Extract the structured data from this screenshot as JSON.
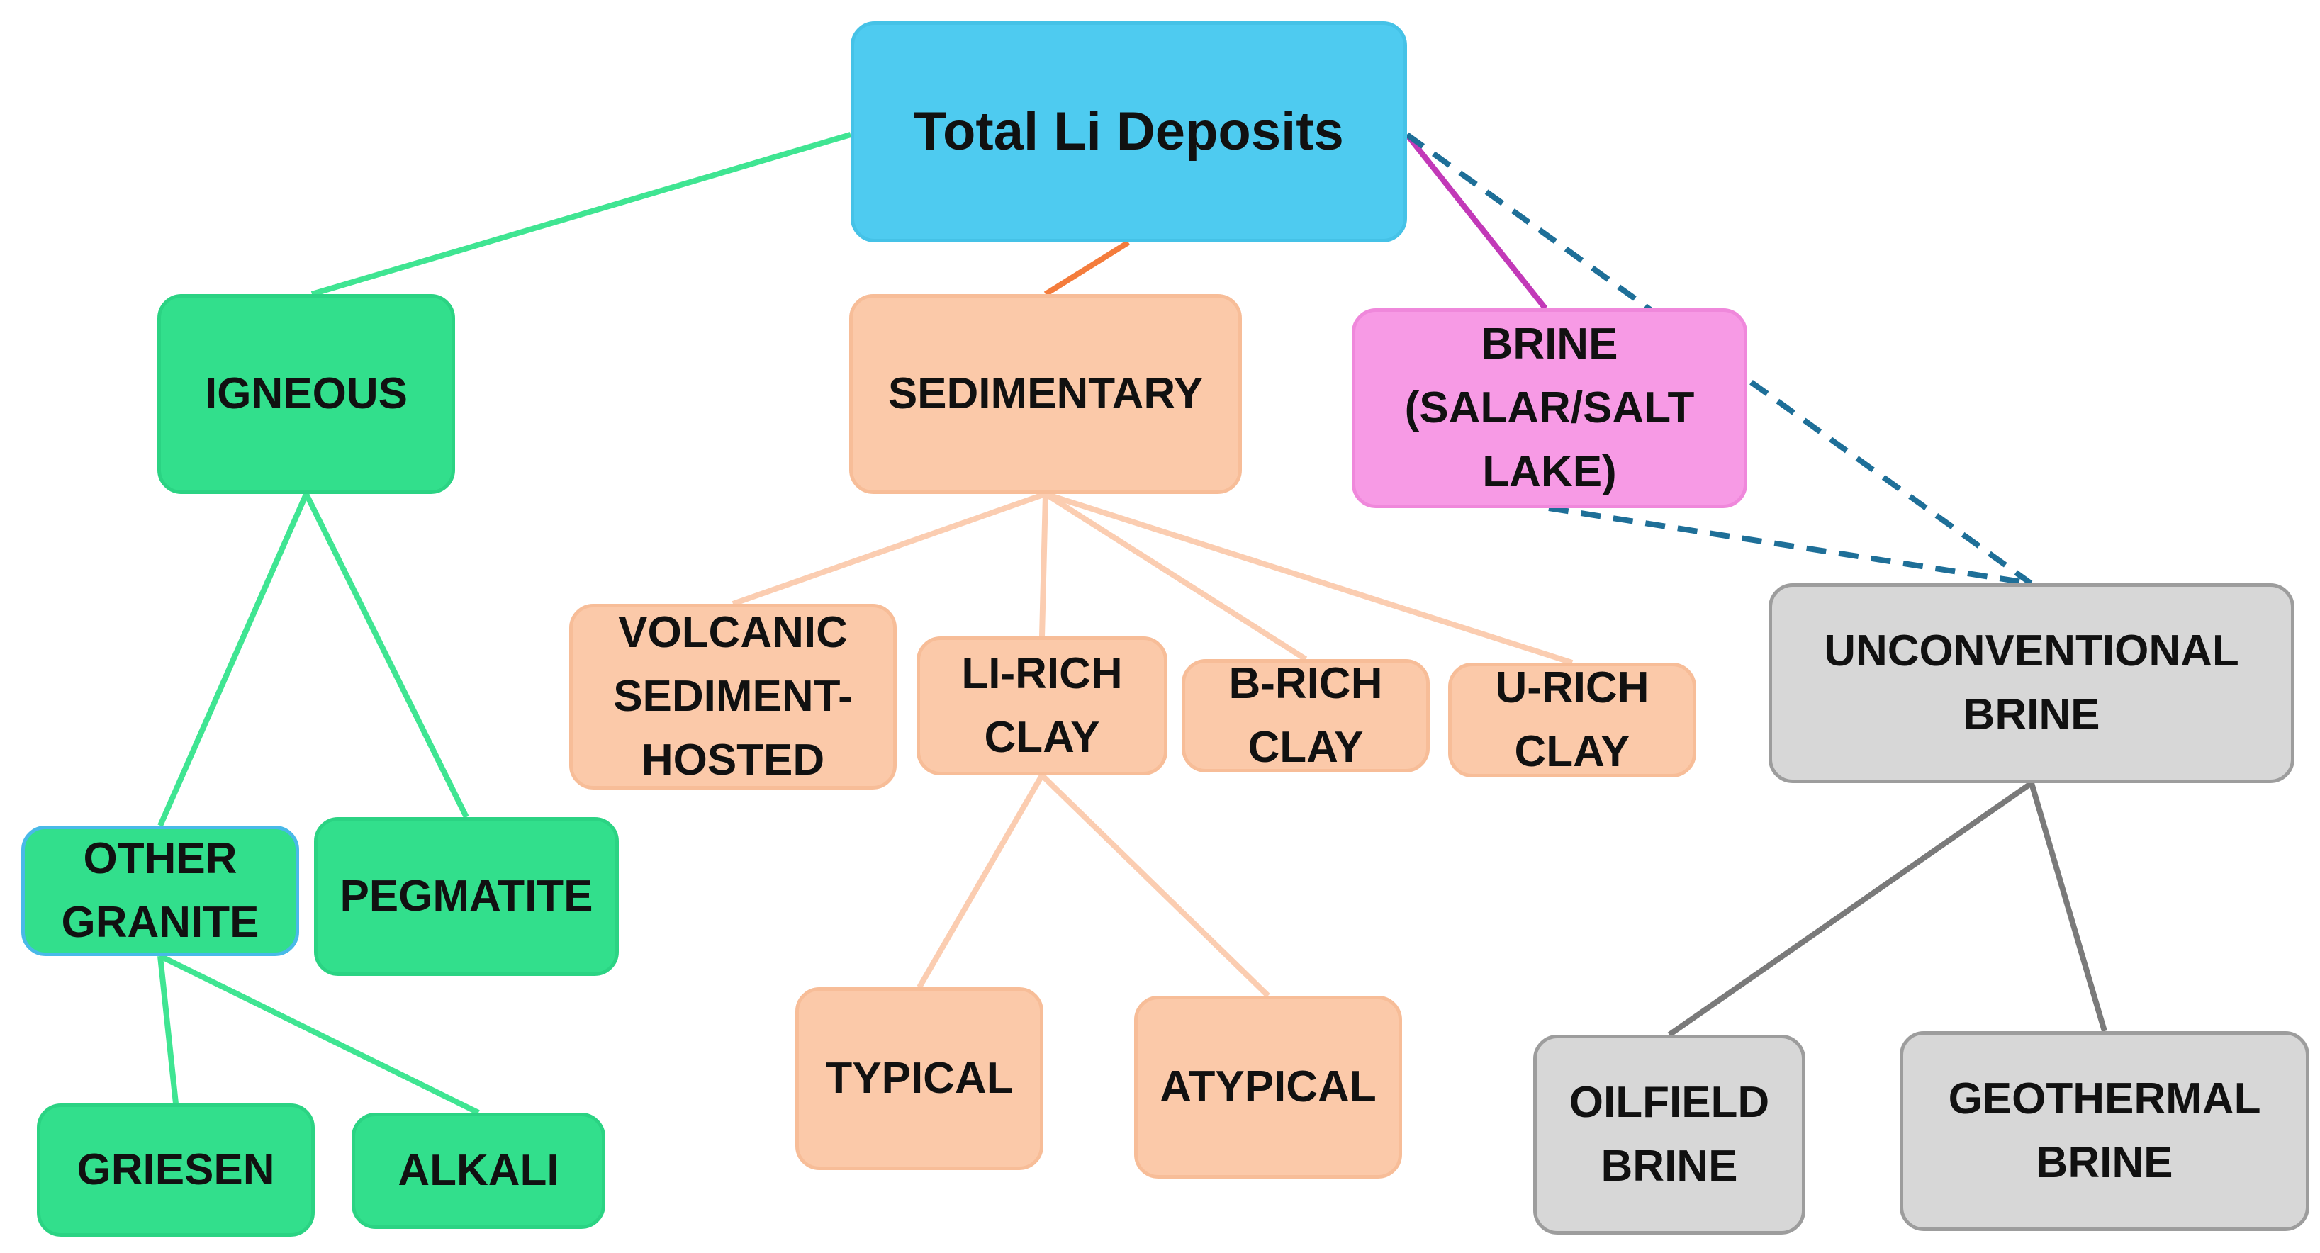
{
  "diagram": {
    "nodes": {
      "root": "Total Li Deposits",
      "igneous": "IGNEOUS",
      "sedimentary": "SEDIMENTARY",
      "brine": "BRINE\n(SALAR/SALT\nLAKE)",
      "volcanic": "VOLCANIC\nSEDIMENT-\nHOSTED",
      "lirich": "LI-RICH\nCLAY",
      "brich": "B-RICH\nCLAY",
      "urich": "U-RICH\nCLAY",
      "unconv": "UNCONVENTIONAL\nBRINE",
      "othergranite": "OTHER\nGRANITE",
      "pegmatite": "PEGMATITE",
      "typical": "TYPICAL",
      "atypical": "ATYPICAL",
      "oilfield": "OILFIELD\nBRINE",
      "geothermal": "GEOTHERMAL\nBRINE",
      "griesen": "GRIESEN",
      "alkali": "ALKALI"
    },
    "colors": {
      "igneous_line": "#3fe592",
      "sedimentary_root_line": "#f47c3c",
      "sedimentary_child_line": "#fbcdb1",
      "brine_line": "#c239b8",
      "dashed_line": "#1e6f98",
      "unconventional_line": "#7a7a7a"
    }
  }
}
